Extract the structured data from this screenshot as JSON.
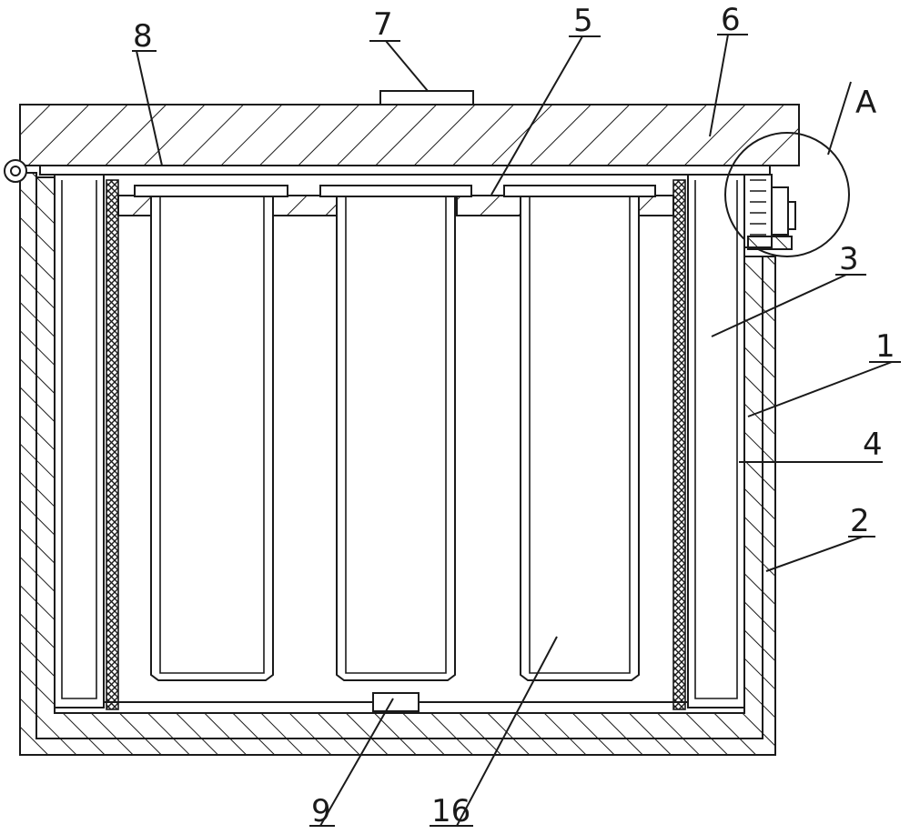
{
  "callouts": {
    "l1": "1",
    "l2": "2",
    "l3": "3",
    "l4": "4",
    "l5": "5",
    "l6": "6",
    "l7": "7",
    "l8": "8",
    "l9": "9",
    "l16": "16",
    "lA": "A"
  }
}
